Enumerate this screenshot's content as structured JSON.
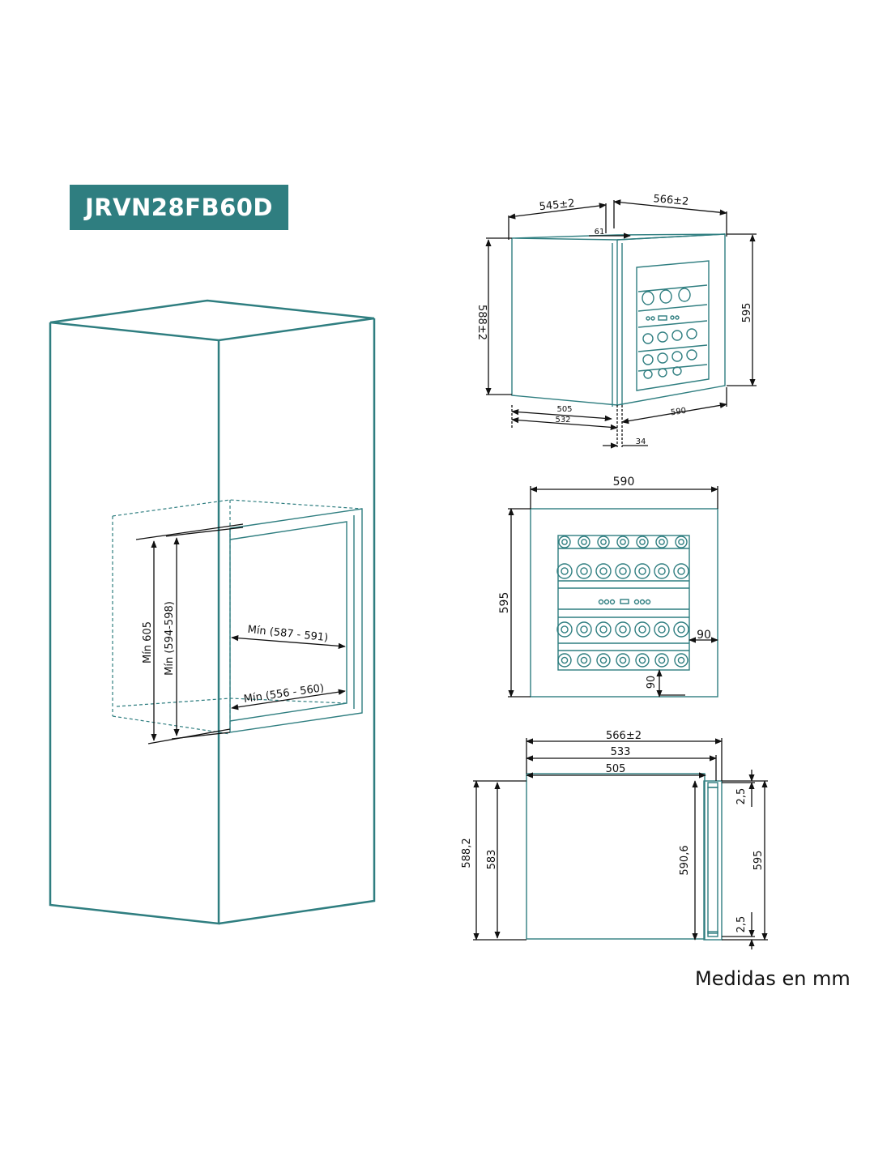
{
  "model": "JRVN28FB60D",
  "footer": "Medidas en mm",
  "colors": {
    "accent": "#2f7e80",
    "line": "#111111",
    "background": "#ffffff"
  },
  "niche": {
    "min_height": "Mín 605",
    "min_depth_range": "Mín (594-598)",
    "min_width_top": "Mín (587 - 591)",
    "min_width_bottom": "Mín (556 - 560)"
  },
  "iso_view": {
    "depth_left": "545±2",
    "depth_right": "566±2",
    "door_offset": "61",
    "height_left": "588±2",
    "height_right": "595",
    "bottom_505": "505",
    "bottom_532": "532",
    "bottom_width": "590",
    "door_thickness": "34"
  },
  "front_view": {
    "width": "590",
    "height": "595",
    "side_gap": "90",
    "bottom_gap": "90"
  },
  "side_view": {
    "total_depth": "566±2",
    "depth_533": "533",
    "depth_505": "505",
    "height_588": "588,2",
    "height_583": "583",
    "door_height": "590,6",
    "total_height": "595",
    "gap_top": "2,5",
    "gap_bottom": "2,5"
  }
}
